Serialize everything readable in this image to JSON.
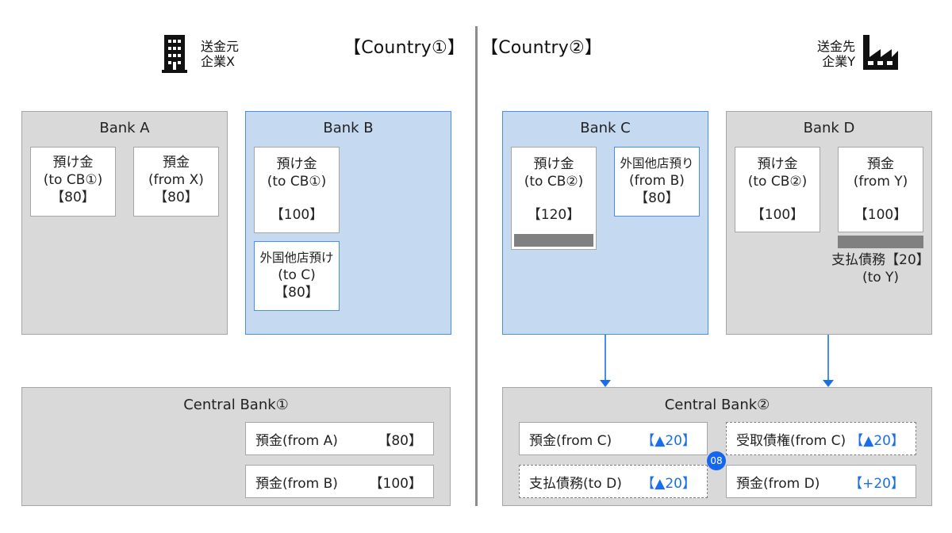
{
  "countries": [
    {
      "label": "【Country①】"
    },
    {
      "label": "【Country②】"
    }
  ],
  "parties": {
    "sender": {
      "line1": "送金元",
      "line2": "企業X",
      "icon": "office-building-icon"
    },
    "receiver": {
      "line1": "送金先",
      "line2": "企業Y",
      "icon": "factory-icon"
    }
  },
  "banks": {
    "a": {
      "title": "Bank A",
      "accounts": [
        {
          "line1": "預け金",
          "line2": "(to CB①)",
          "amount": "【80】"
        },
        {
          "line1": "預金",
          "line2": "(from X)",
          "amount": "【80】"
        }
      ]
    },
    "b": {
      "title": "Bank B",
      "accounts": [
        {
          "line1": "預け金",
          "line2": "(to CB①)",
          "amount": "【100】"
        },
        {
          "line1": "外国他店預け",
          "line2": "(to C)",
          "amount": "【80】"
        }
      ]
    },
    "c": {
      "title": "Bank C",
      "accounts": [
        {
          "line1": "預け金",
          "line2": "(to CB②)",
          "amount": "【120】"
        },
        {
          "line1": "外国他店預り",
          "line2": "(from B)",
          "amount": "【80】"
        }
      ]
    },
    "d": {
      "title": "Bank D",
      "accounts": [
        {
          "line1": "預け金",
          "line2": "(to CB②)",
          "amount": "【100】"
        },
        {
          "line1": "預金",
          "line2": "(from Y)",
          "amount": "【100】"
        }
      ],
      "liability": {
        "line1": "支払債務【20】",
        "line2": "(to Y)"
      }
    }
  },
  "central_banks": {
    "cb1": {
      "title": "Central Bank①",
      "rows": [
        {
          "label": "預金(from A)",
          "amount": "【80】"
        },
        {
          "label": "預金(from B)",
          "amount": "【100】"
        }
      ]
    },
    "cb2": {
      "title": "Central Bank②",
      "rows": [
        {
          "label": "預金(from C)",
          "amount": "【▲20】"
        },
        {
          "label": "受取債権(from C)",
          "amount": "【▲20】"
        },
        {
          "label": "支払債務(to D)",
          "amount": "【▲20】"
        },
        {
          "label": "預金(from D)",
          "amount": "【+20】"
        }
      ],
      "badge": "08"
    }
  },
  "colors": {
    "accent_blue": "#1a6fe8",
    "bank_gray": "#d9d9d9",
    "bank_blue": "#c5d9f1",
    "badge_blue": "#1466f0"
  }
}
